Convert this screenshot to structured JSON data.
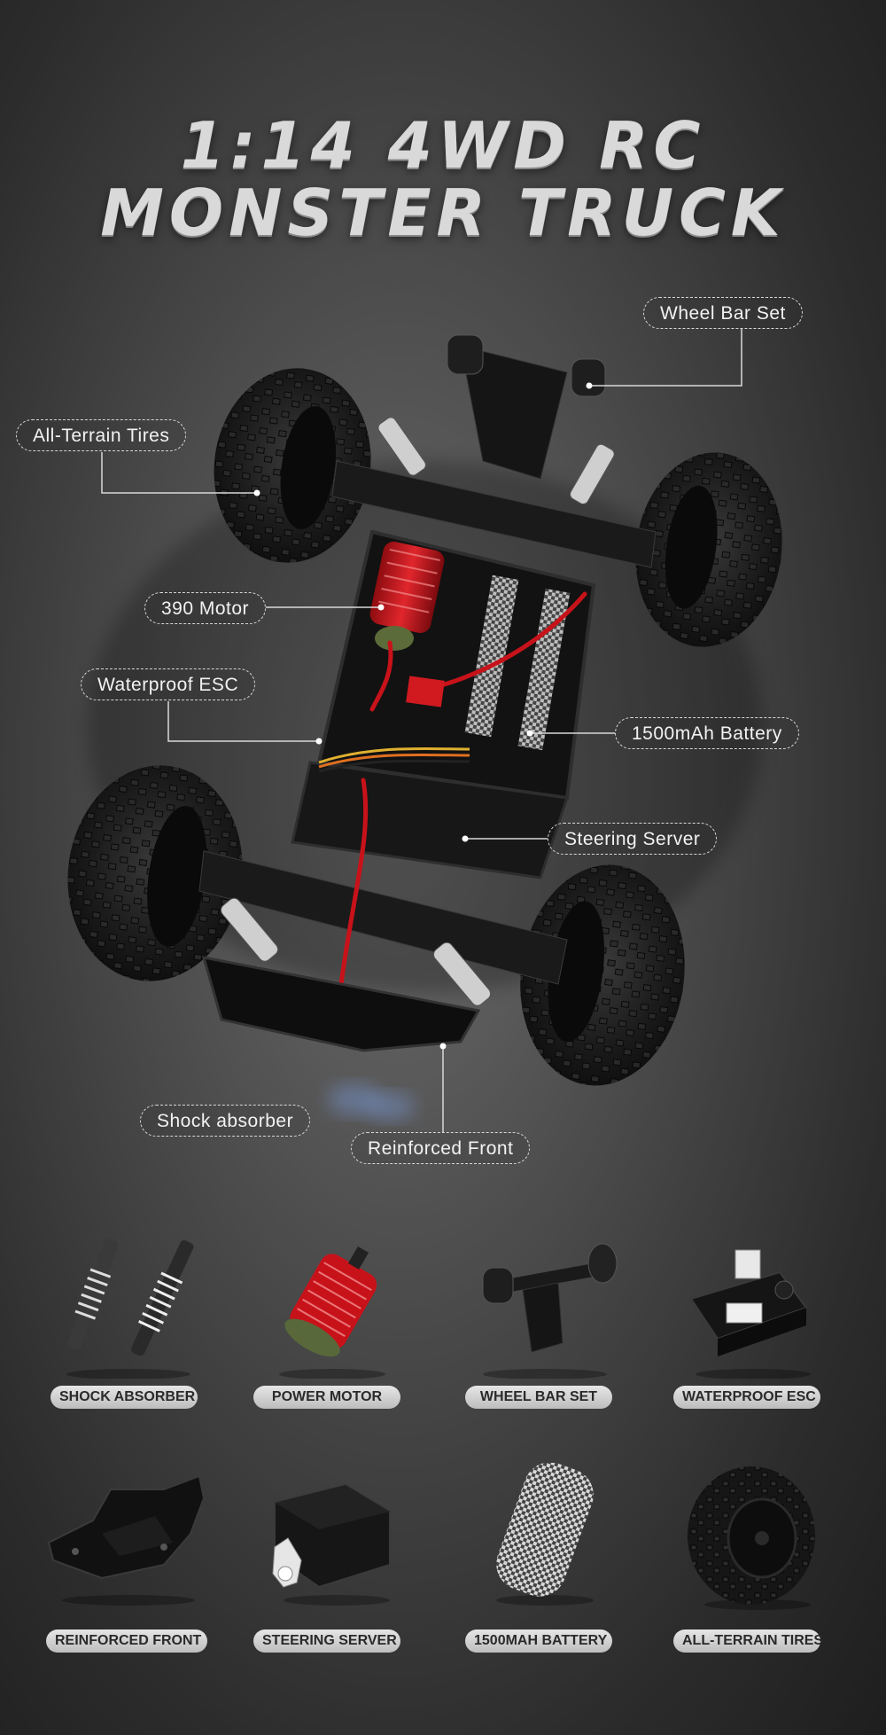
{
  "title": {
    "line1": "1:14 4WD RC",
    "line2": "MONSTER TRUCK"
  },
  "callouts": {
    "wheel_bar_set": "Wheel Bar Set",
    "all_terrain_tires": "All-Terrain Tires",
    "motor_390": "390 Motor",
    "waterproof_esc": "Waterproof ESC",
    "battery": "1500mAh Battery",
    "steering_server": "Steering Server",
    "shock_absorber": "Shock absorber",
    "reinforced_front": "Reinforced Front"
  },
  "parts": [
    {
      "label": "SHOCK ABSORBER",
      "icon": "shock-absorber-icon"
    },
    {
      "label": "POWER MOTOR",
      "icon": "motor-icon"
    },
    {
      "label": "WHEEL BAR SET",
      "icon": "wheel-bar-icon"
    },
    {
      "label": "WATERPROOF ESC",
      "icon": "esc-icon"
    },
    {
      "label": "REINFORCED FRONT",
      "icon": "bumper-icon"
    },
    {
      "label": "STEERING SERVER",
      "icon": "servo-icon"
    },
    {
      "label": "1500MAH BATTERY",
      "icon": "battery-icon"
    },
    {
      "label": "ALL-TERRAIN TIRES",
      "icon": "tire-icon"
    }
  ],
  "colors": {
    "accent_red": "#c8121a",
    "tire_black": "#141414"
  }
}
